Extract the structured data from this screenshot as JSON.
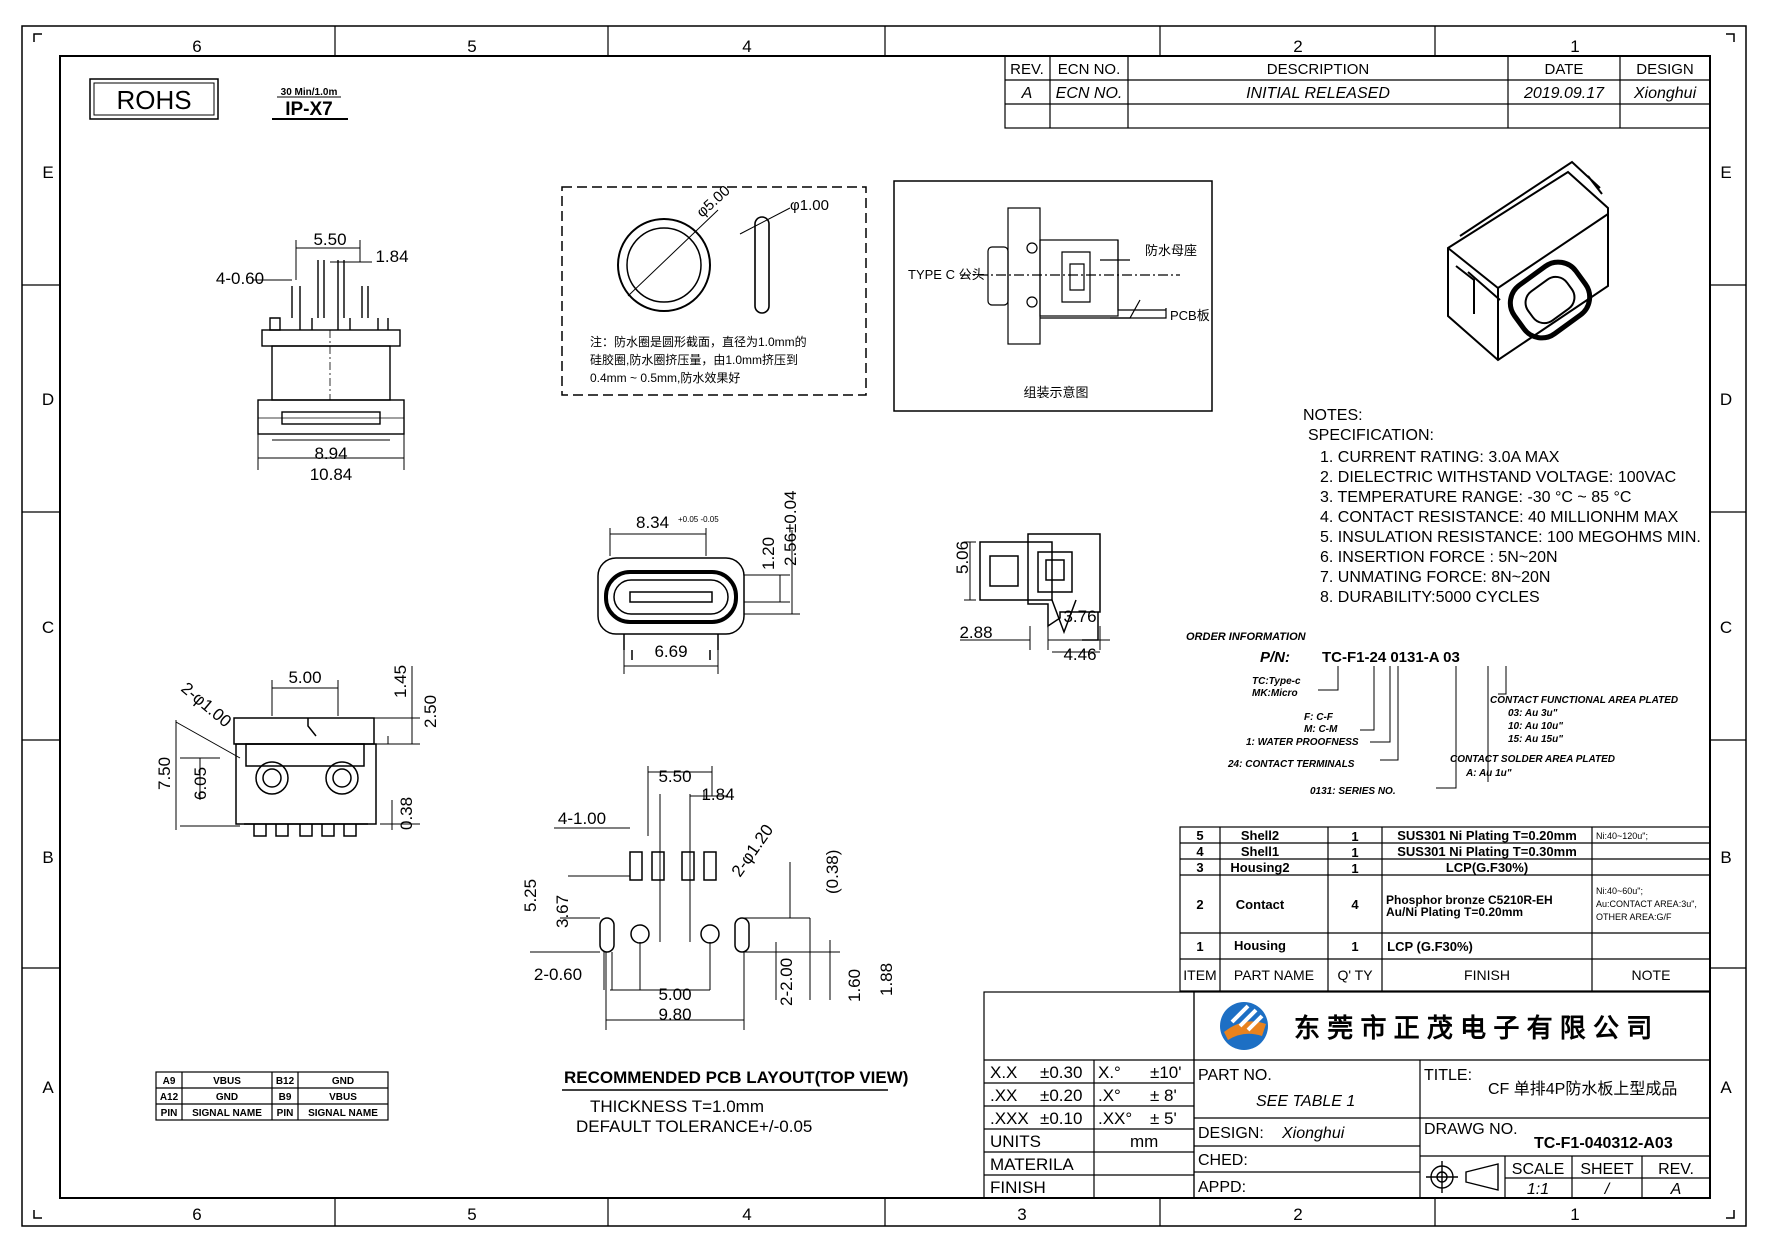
{
  "zones": {
    "top": [
      "6",
      "5",
      "4",
      "2",
      "1"
    ],
    "bottom": [
      "6",
      "5",
      "4",
      "3",
      "2",
      "1"
    ],
    "left": [
      "E",
      "D",
      "C",
      "B",
      "A"
    ],
    "right": [
      "E",
      "D",
      "C",
      "B",
      "A"
    ]
  },
  "badges": {
    "rohs": "ROHS",
    "ip_small": "30 Min/1.0m",
    "ip_main": "IP-X7"
  },
  "revision": {
    "headers": {
      "rev": "REV.",
      "ecn": "ECN NO.",
      "desc": "DESCRIPTION",
      "date": "DATE",
      "design": "DESIGN"
    },
    "row": {
      "rev": "A",
      "ecn": "ECN NO.",
      "desc": "INITIAL RELEASED",
      "date": "2019.09.17",
      "design": "Xionghui"
    }
  },
  "views": {
    "top_dims": {
      "d550": "5.50",
      "d184": "1.84",
      "d460": "4-0.60",
      "d894": "8.94",
      "d1084": "10.84"
    },
    "oring": {
      "d500": "φ5.00",
      "d100": "φ1.00",
      "note1": "注：防水圈是圆形截面，直径为1.0mm的",
      "note2": "硅胶圈,防水圈挤压量，由1.0mm挤压到",
      "note3": "0.4mm ~ 0.5mm,防水效果好"
    },
    "assembly": {
      "male": "TYPE C 公头",
      "female": "防水母座",
      "pcb": "PCB板",
      "caption": "组装示意图"
    },
    "front": {
      "w": "8.34",
      "w_tol": "+0.05 -0.05",
      "h120": "1.20",
      "h256": "2.56±0.04",
      "d669": "6.69"
    },
    "side": {
      "h506": "5.06",
      "d288": "2.88",
      "d376": "3.76",
      "d446": "4.46"
    },
    "bottom": {
      "d500": "5.00",
      "hole": "2-φ1.00",
      "h145": "1.45",
      "h250": "2.50",
      "h750": "7.50",
      "h605": "6.05",
      "h038": "0.38"
    },
    "pcb": {
      "d550": "5.50",
      "d184": "1.84",
      "d4100": "4-1.00",
      "d2120": "2-φ1.20",
      "d525": "5.25",
      "d367": "3.67",
      "d038": "(0.38)",
      "d2060": "2-0.60",
      "d500": "5.00",
      "d980": "9.80",
      "d2200": "2-2.00",
      "d160": "1.60",
      "d188": "1.88"
    }
  },
  "notes": {
    "title": "NOTES:",
    "spec": "SPECIFICATION:",
    "items": [
      "1. CURRENT RATING: 3.0A MAX",
      "2. DIELECTRIC WITHSTAND VOLTAGE: 100VAC",
      "3. TEMPERATURE RANGE: -30 °C ~ 85 °C",
      "4. CONTACT RESISTANCE: 40 MILLIONHM MAX",
      "5. INSULATION RESISTANCE: 100 MEGOHMS MIN.",
      "6. INSERTION FORCE : 5N~20N",
      "7. UNMATING FORCE: 8N~20N",
      "8. DURABILITY:5000 CYCLES"
    ]
  },
  "order": {
    "title": "ORDER INFORMATION",
    "pn_label": "P/N:",
    "pn": "TC-F1-24 0131-A 03",
    "tc1": "TC:Type-c",
    "tc2": "MK:Micro",
    "f1": "F: C-F",
    "f2": "M: C-M",
    "water": "1: WATER PROOFNESS",
    "terminals": "24: CONTACT TERMINALS",
    "series": "0131: SERIES NO.",
    "func": "CONTACT FUNCTIONAL AREA PLATED",
    "f03": "03: Au 3u\"",
    "f10": "10: Au 10u\"",
    "f15": "15: Au 15u\"",
    "solder": "CONTACT SOLDER AREA PLATED",
    "solder_a": "A: Au 1u\""
  },
  "bom": {
    "headers": {
      "item": "ITEM",
      "name": "PART NAME",
      "qty": "Q' TY",
      "finish": "FINISH",
      "note": "NOTE"
    },
    "rows": [
      {
        "item": "5",
        "name": "Shell2",
        "qty": "1",
        "finish": "SUS301 Ni Plating T=0.20mm",
        "note": "Ni:40~120u\";"
      },
      {
        "item": "4",
        "name": "Shell1",
        "qty": "1",
        "finish": "SUS301 Ni Plating T=0.30mm",
        "note": ""
      },
      {
        "item": "3",
        "name": "Housing2",
        "qty": "1",
        "finish": "LCP(G.F30%)",
        "note": ""
      },
      {
        "item": "2",
        "name": "Contact",
        "qty": "4",
        "finish": "Phosphor bronze C5210R-EH",
        "finish2": "Au/Ni Plating T=0.20mm",
        "note": "Ni:40~60u\";",
        "note2": "Au:CONTACT AREA:3u\",",
        "note3": "OTHER AREA:G/F"
      },
      {
        "item": "1",
        "name": "Housing",
        "qty": "1",
        "finish": "LCP (G.F30%)",
        "note": ""
      }
    ]
  },
  "pins": {
    "rows": [
      {
        "p1": "A9",
        "s1": "VBUS",
        "p2": "B12",
        "s2": "GND"
      },
      {
        "p1": "A12",
        "s1": "GND",
        "p2": "B9",
        "s2": "VBUS"
      },
      {
        "p1": "PIN",
        "s1": "SIGNAL NAME",
        "p2": "PIN",
        "s2": "SIGNAL NAME"
      }
    ]
  },
  "pcb_caption": {
    "title": "RECOMMENDED PCB LAYOUT(TOP VIEW)",
    "thickness": "THICKNESS T=1.0mm",
    "tolerance": "DEFAULT TOLERANCE+/-0.05"
  },
  "tolerance": {
    "rows": [
      {
        "a": "X.X",
        "b": "±0.30",
        "c": "X.°",
        "d": "±10'"
      },
      {
        "a": ".XX",
        "b": "±0.20",
        "c": ".X°",
        "d": "± 8'"
      },
      {
        "a": ".XXX",
        "b": "±0.10",
        "c": ".XX°",
        "d": "± 5'"
      }
    ],
    "units": "UNITS",
    "units_val": "mm",
    "materila": "MATERILA",
    "finish": "FINISH"
  },
  "title_block": {
    "company": "东 莞 市 正 茂 电 子 有 限 公 司",
    "part_no_label": "PART NO.",
    "part_no": "SEE TABLE 1",
    "title_label": "TITLE:",
    "title": "CF 单排4P防水板上型成品",
    "design_label": "DESIGN:",
    "designer": "Xionghui",
    "drawg_label": "DRAWG NO.",
    "drawg": "TC-F1-040312-A03",
    "ched_label": "CHED:",
    "appd_label": "APPD:",
    "scale_label": "SCALE",
    "scale": "1:1",
    "sheet_label": "SHEET",
    "sheet": "/",
    "rev_label": "REV.",
    "rev": "A"
  },
  "colors": {
    "line": "#000000",
    "logo_blue": "#1d6fc4",
    "logo_orange": "#e8821e"
  }
}
